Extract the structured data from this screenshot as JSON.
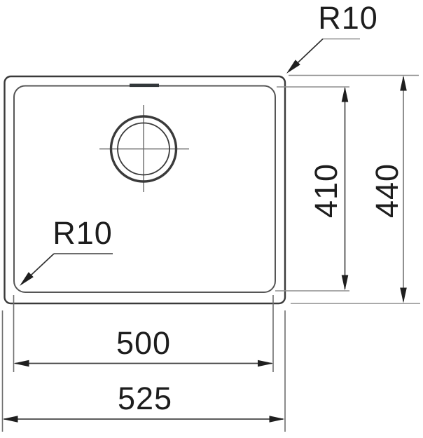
{
  "page": {
    "background": "#ffffff"
  },
  "drawing": {
    "type": "technical-dimension-drawing",
    "subject": "sink-top-view",
    "labels": {
      "corner_radius_top_right": "R10",
      "corner_radius_bottom_left": "R10",
      "bowl_depth": "410",
      "overall_depth": "440",
      "bowl_width": "500",
      "overall_width": "525"
    },
    "colors": {
      "outer_outline": "#3a3a3a",
      "inner_outline": "#565656",
      "extension_line": "#8d8d8d",
      "extension_line_dark": "#6e6e6e",
      "dimension_line": "#454545",
      "dimension_line_light": "#7d7d7d",
      "centerline": "#6a6a6a",
      "arrow": "#1f1f1f",
      "text": "#1d1d1d"
    }
  }
}
